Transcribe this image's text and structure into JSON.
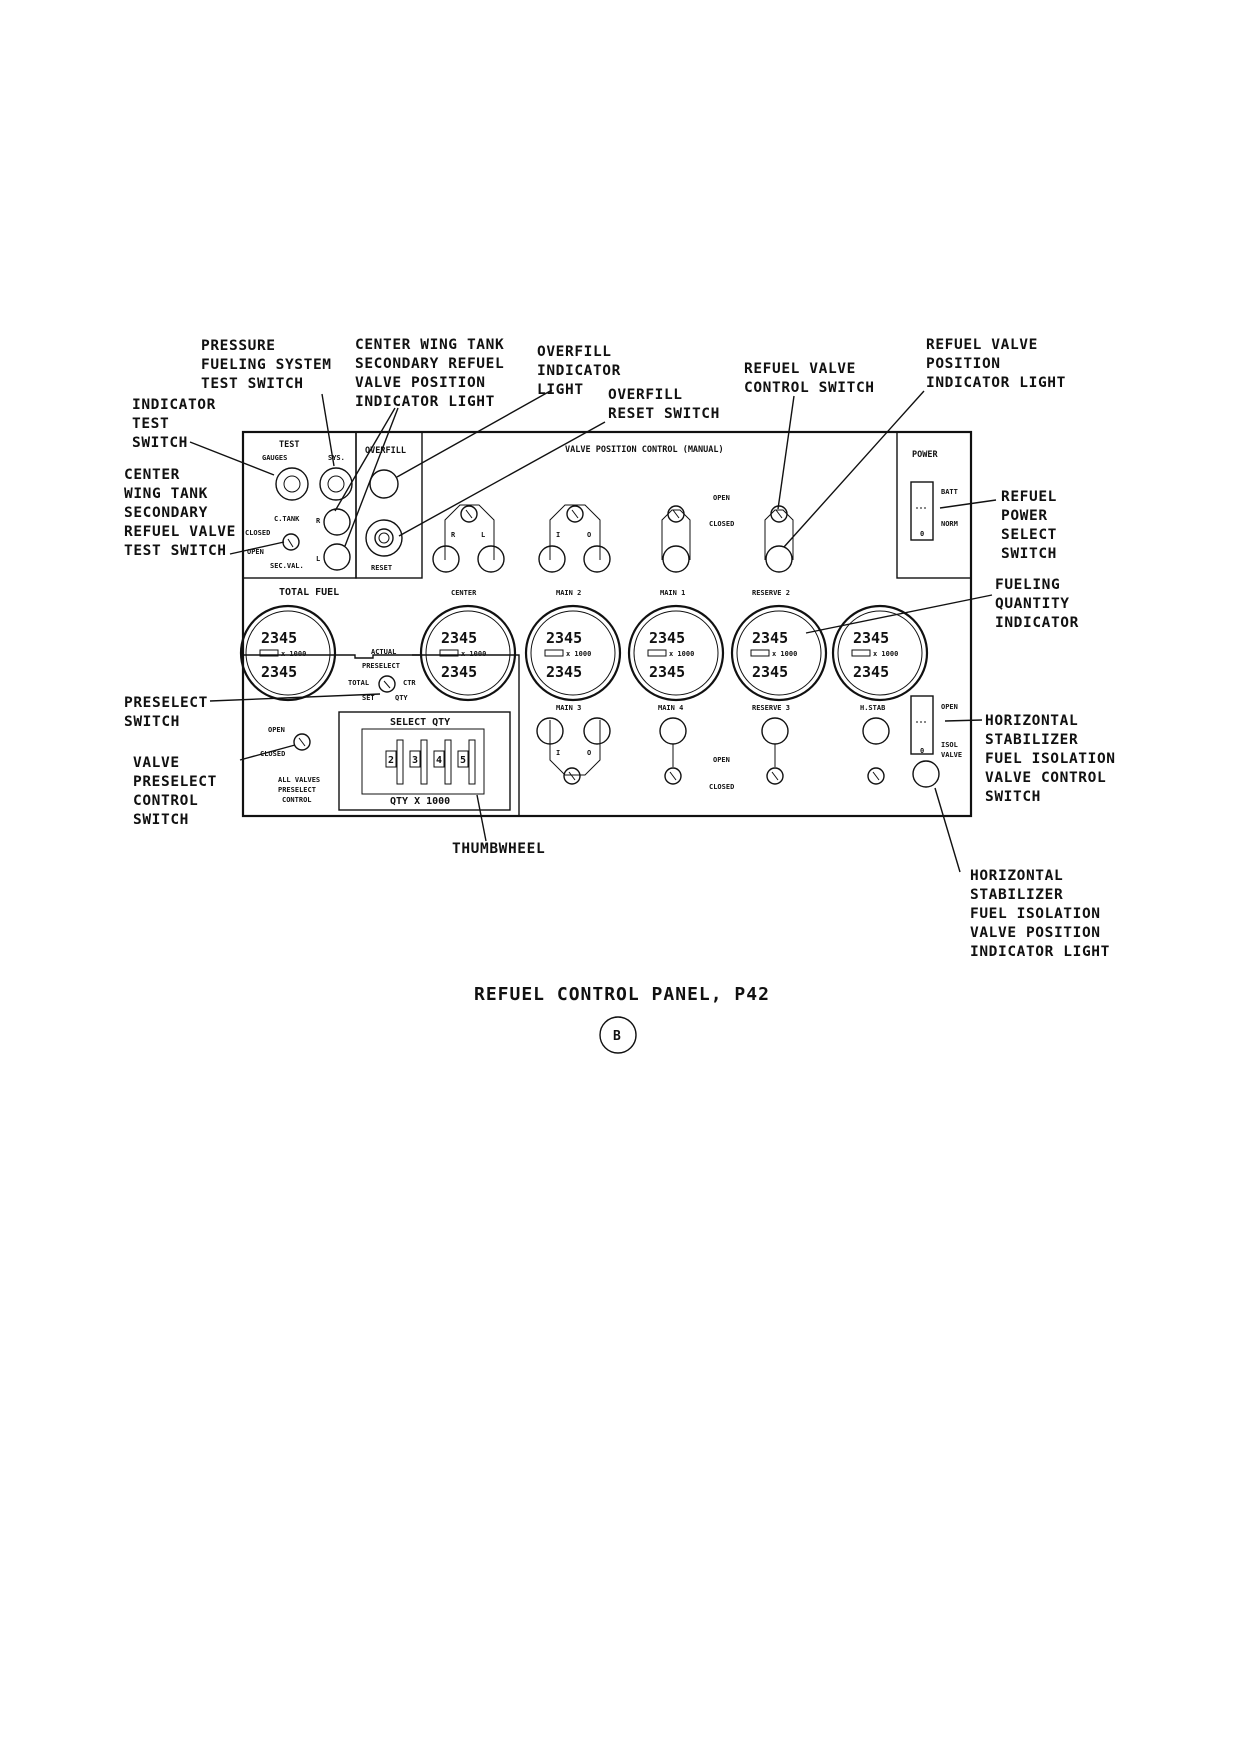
{
  "panel": {
    "header": "VALVE POSITION CONTROL (MANUAL)",
    "test_box": {
      "title": "TEST",
      "gauges_label": "GAUGES",
      "sys_label": "SYS.",
      "ctank_label": "C.TANK",
      "r_label": "R",
      "l_label": "L",
      "closed_label": "CLOSED",
      "open_label": "OPEN",
      "secval_label": "SEC.VAL."
    },
    "overfill_box": {
      "overfill_label": "OVERFILL",
      "reset_label": "RESET"
    },
    "power_box": {
      "title": "POWER",
      "batt_label": "BATT",
      "norm_label": "NORM",
      "zero_label": "0"
    },
    "isol_box": {
      "open_label": "OPEN",
      "isol_label": "ISOL",
      "valve_label": "VALVE",
      "zero_label": "0"
    },
    "total_fuel_label": "TOTAL FUEL",
    "actual_label": "ACTUAL",
    "preselect_label": "PRESELECT",
    "total_label": "TOTAL",
    "ctr_label": "CTR",
    "set_label": "SET",
    "qty_label": "QTY",
    "gauge_digits": "2345",
    "gauge_multiplier": "x 1000",
    "tanks": {
      "center": "CENTER",
      "center_r": "R",
      "center_l": "L",
      "main2": "MAIN 2",
      "main2_i": "I",
      "main2_o": "O",
      "main1": "MAIN 1",
      "reserve2": "RESERVE 2",
      "main3": "MAIN 3",
      "main3_i": "I",
      "main3_o": "O",
      "main4": "MAIN 4",
      "reserve3": "RESERVE 3",
      "hstab": "H.STAB"
    },
    "open_top": "OPEN",
    "closed_top": "CLOSED",
    "open_bottom": "OPEN",
    "closed_bottom": "CLOSED",
    "preselect_valve": {
      "open_label": "OPEN",
      "closed_label": "CLOSED",
      "all_valves": "ALL VALVES",
      "preselect": "PRESELECT",
      "control": "CONTROL"
    },
    "select_qty": {
      "title": "SELECT QTY",
      "digits": [
        "2",
        "3",
        "4",
        "5"
      ],
      "footer": "QTY X 1000"
    }
  },
  "callouts": {
    "pressure_fueling": [
      "PRESSURE",
      "FUELING SYSTEM",
      "TEST SWITCH"
    ],
    "center_wing_secondary_light": [
      "CENTER WING TANK",
      "SECONDARY REFUEL",
      "VALVE POSITION",
      "INDICATOR LIGHT"
    ],
    "overfill_indicator": [
      "OVERFILL",
      "INDICATOR",
      "LIGHT"
    ],
    "overfill_reset": [
      "OVERFILL",
      "RESET SWITCH"
    ],
    "indicator_test": [
      "INDICATOR",
      "TEST",
      "SWITCH"
    ],
    "center_wing_test": [
      "CENTER",
      "WING TANK",
      "SECONDARY",
      "REFUEL VALVE",
      "TEST SWITCH"
    ],
    "refuel_valve_control": [
      "REFUEL VALVE",
      "CONTROL SWITCH"
    ],
    "refuel_valve_position": [
      "REFUEL VALVE",
      "POSITION",
      "INDICATOR LIGHT"
    ],
    "refuel_power": [
      "REFUEL",
      "POWER",
      "SELECT",
      "SWITCH"
    ],
    "fueling_quantity": [
      "FUELING",
      "QUANTITY",
      "INDICATOR"
    ],
    "preselect_switch": [
      "PRESELECT",
      "SWITCH"
    ],
    "valve_preselect": [
      "VALVE",
      "PRESELECT",
      "CONTROL",
      "SWITCH"
    ],
    "hstab_control": [
      "HORIZONTAL",
      "STABILIZER",
      "FUEL ISOLATION",
      "VALVE CONTROL",
      "SWITCH"
    ],
    "thumbwheel": [
      "THUMBWHEEL"
    ],
    "hstab_light": [
      "HORIZONTAL",
      "STABILIZER",
      "FUEL ISOLATION",
      "VALVE POSITION",
      "INDICATOR LIGHT"
    ]
  },
  "caption": "REFUEL CONTROL PANEL, P42",
  "view_letter": "B"
}
